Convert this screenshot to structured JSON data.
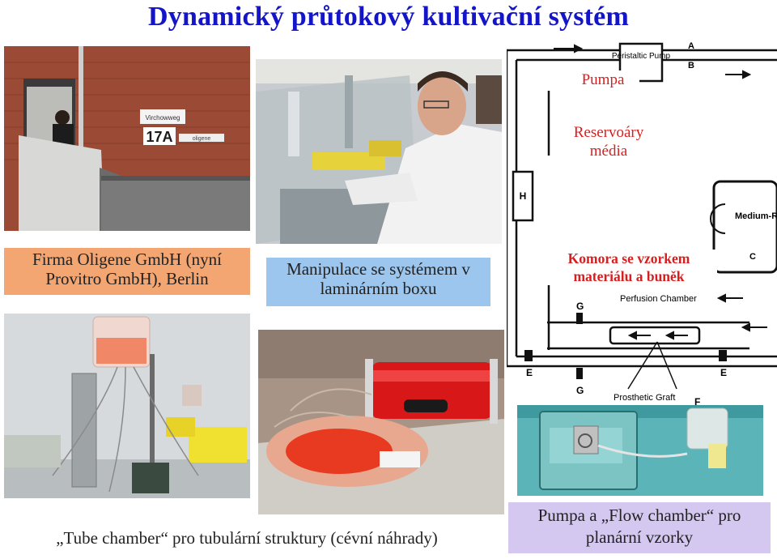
{
  "title": "Dynamický průtokový kultivační systém",
  "captions": {
    "company": "Firma Oligene GmbH (nyní Provitro GmbH), Berlin",
    "lab": "Manipulace se systémem v laminárním boxu",
    "tube_chamber": "„Tube chamber“ pro tubulární struktury (cévní náhrady)",
    "flow_chamber": "Pumpa a „Flow chamber“ pro planární vzorky"
  },
  "diagram": {
    "pump_label": "Pumpa",
    "reservoir_label": "Reservoáry média",
    "chamber_label": "Komora se vzorkem materiálu a buněk",
    "peristaltic_pump": "Peristaltic Pump",
    "medium_reservoir": "Medium-Reservoir",
    "perfusion_chamber": "Perfusion Chamber",
    "prosthetic_graft": "Prosthetic Graft",
    "letters": {
      "a": "A",
      "b": "B",
      "c": "C",
      "e1": "E",
      "e2": "E",
      "f": "F",
      "g1": "G",
      "g2": "G",
      "h": "H"
    }
  },
  "photo_sign": {
    "street": "Virchowweg",
    "number": "17A",
    "company": "oligene"
  },
  "colors": {
    "title": "#1414c8",
    "red": "#d81e1e"
  }
}
